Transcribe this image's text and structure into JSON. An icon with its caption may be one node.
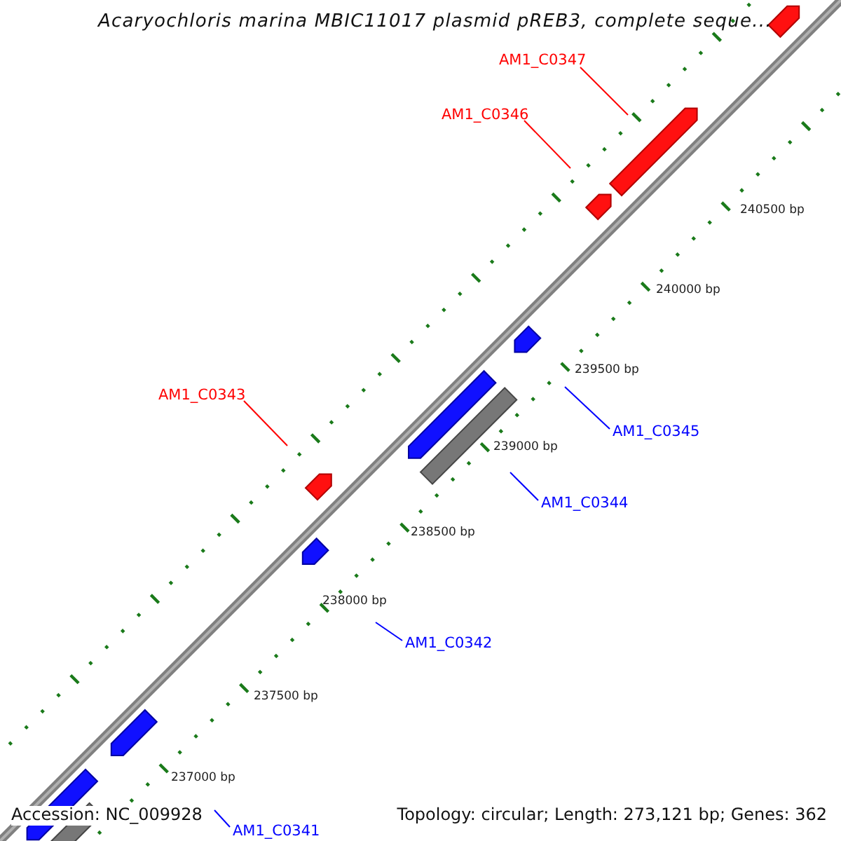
{
  "diagram": {
    "title": "Acaryochloris marina MBIC11017 plasmid pREB3, complete seque...",
    "nodes": [
      {
        "text": [
          "AM1_C0347"
        ]
      },
      {
        "text": [
          "AM1_C0346"
        ]
      },
      {
        "text": [
          "AM1_C0343"
        ]
      },
      {
        "text": [
          "AM1_C0345"
        ]
      },
      {
        "text": [
          "AM1_C0344"
        ]
      },
      {
        "text": [
          "AM1_C0342"
        ]
      },
      {
        "text": [
          "AM1_C0341"
        ]
      }
    ],
    "edges": [
      {
        "from": 0,
        "to": null,
        "arrow": "none",
        "color": "#ff0000"
      },
      {
        "from": 1,
        "to": null,
        "arrow": "none",
        "color": "#ff0000"
      },
      {
        "from": 2,
        "to": null,
        "arrow": "none",
        "color": "#ff0000"
      },
      {
        "from": 3,
        "to": null,
        "arrow": "none"
      },
      {
        "from": 4,
        "to": null,
        "arrow": "none"
      },
      {
        "from": 5,
        "to": null,
        "arrow": "none"
      },
      {
        "from": 6,
        "to": null,
        "arrow": "none"
      }
    ],
    "labels": [
      "240500 bp",
      "240000 bp",
      "239500 bp",
      "239000 bp",
      "238500 bp",
      "238000 bp",
      "237500 bp",
      "237000 bp",
      "Accession: NC_009928",
      "Topology: circular; Length: 273,121 bp; Genes: 362"
    ]
  }
}
